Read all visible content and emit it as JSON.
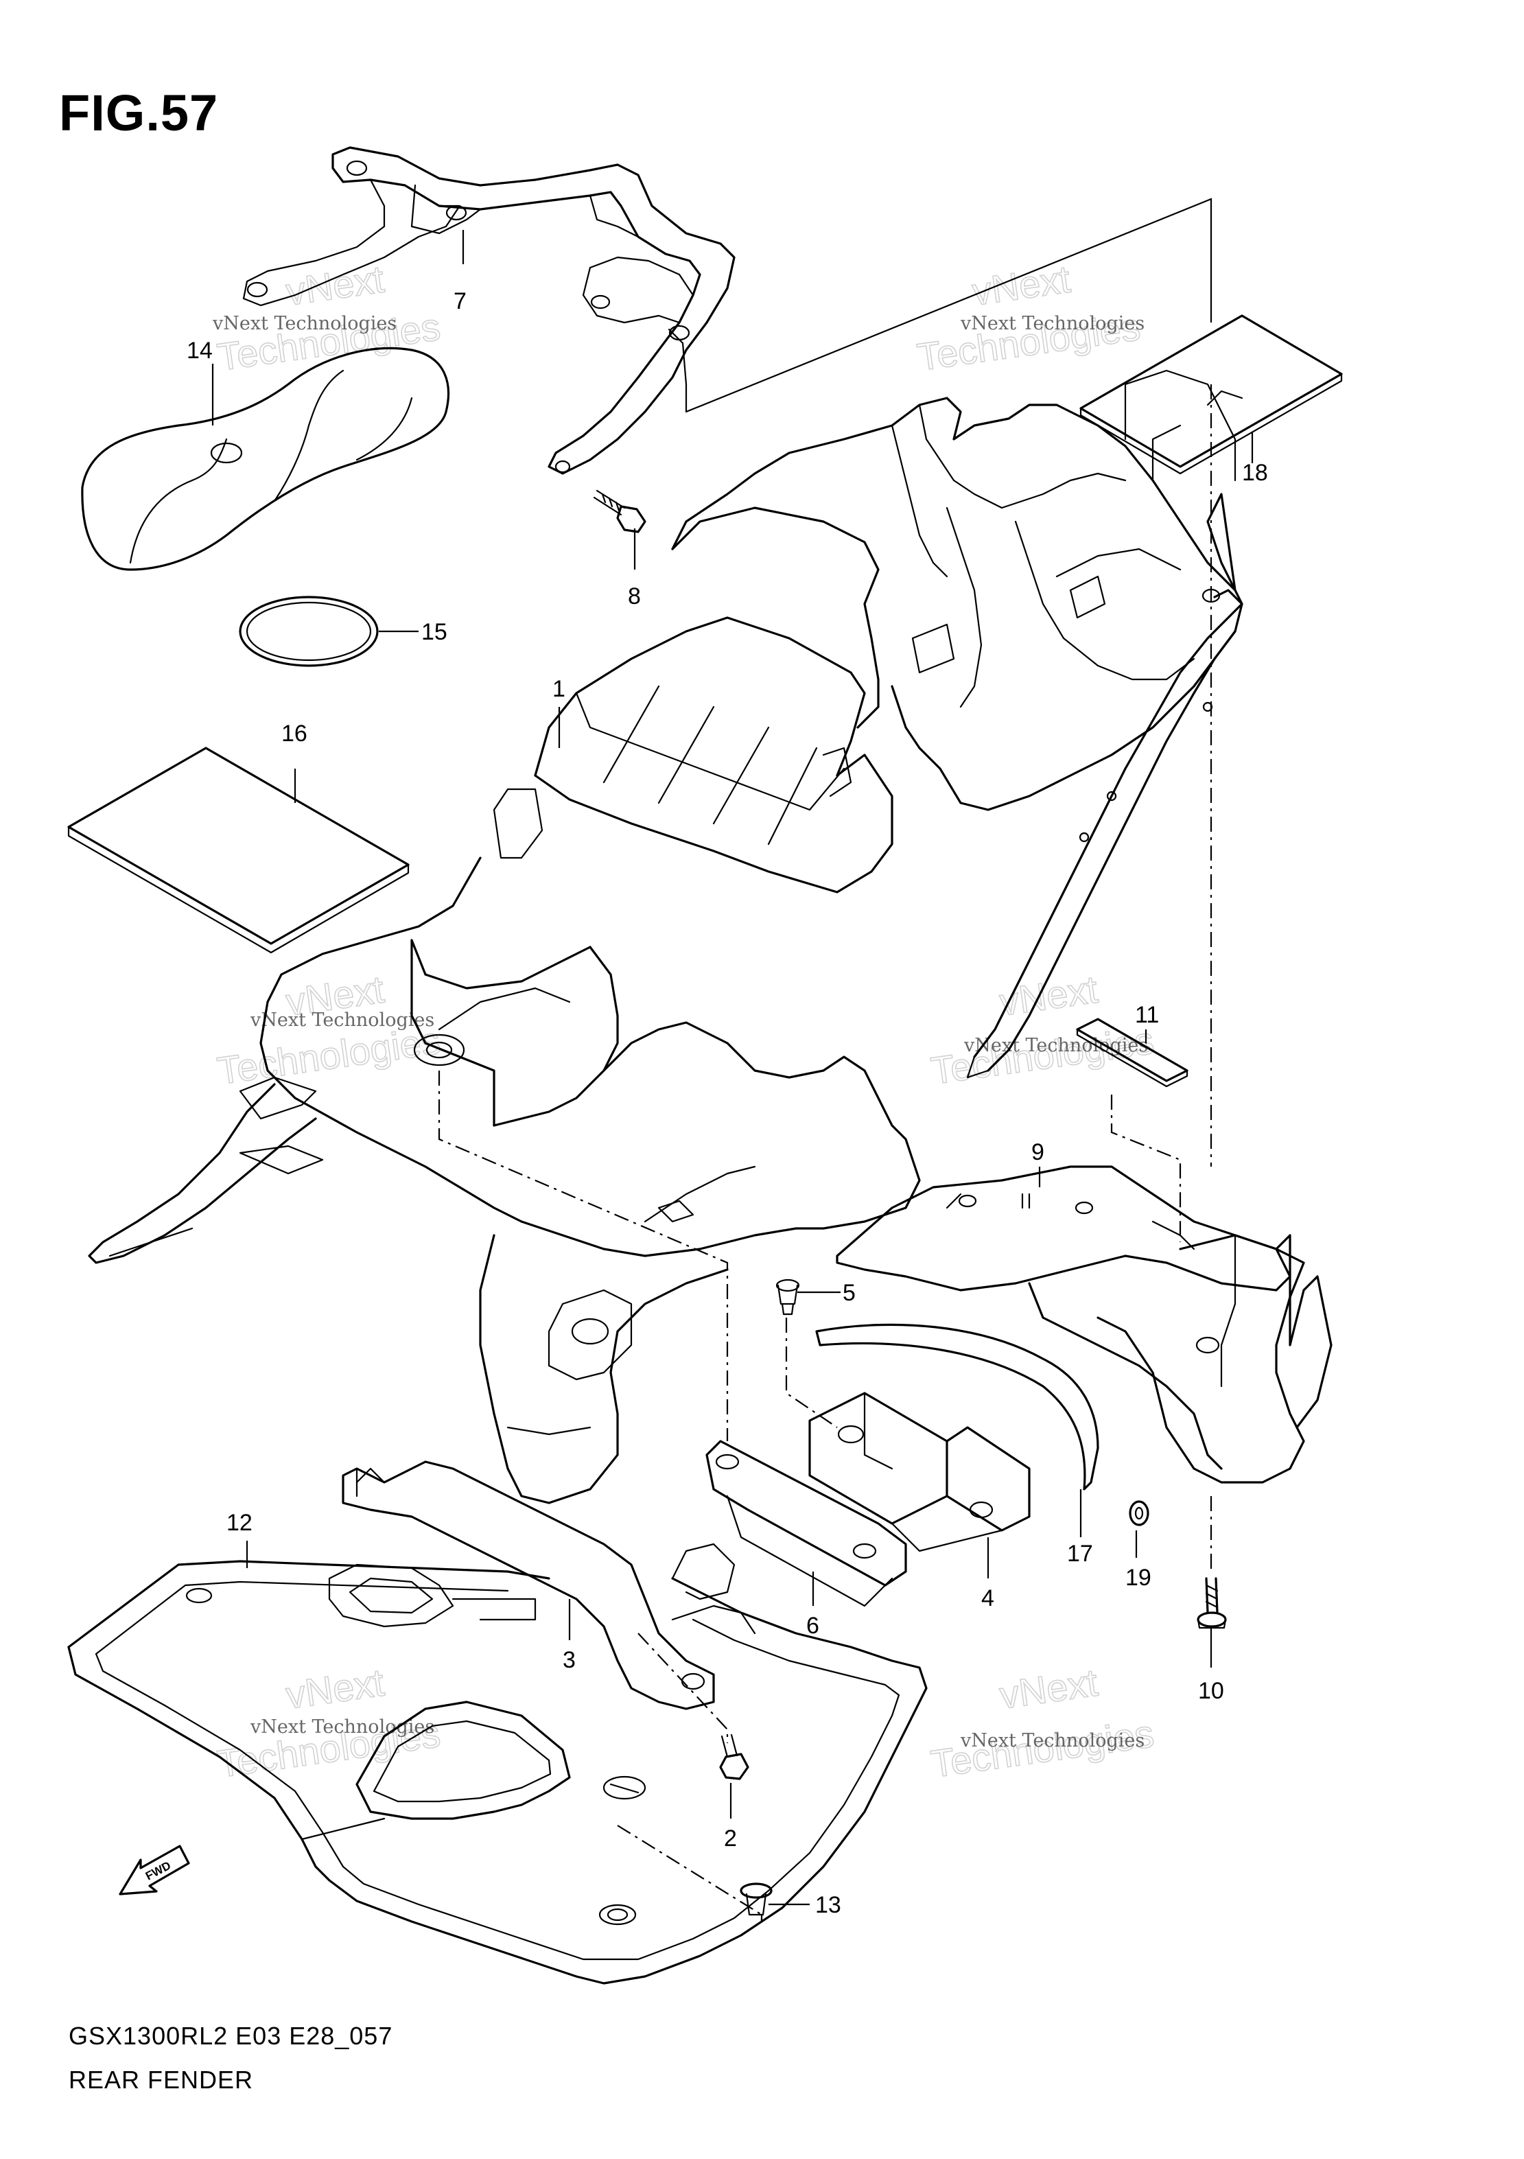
{
  "figure": {
    "title": "FIG.57",
    "model_code": "GSX1300RL2 E03 E28_057",
    "section_name": "REAR FENDER"
  },
  "watermark": {
    "line1": "vNext Technologies",
    "line2": "vNext",
    "line3": "Technologies"
  },
  "fwd_label": "FWD",
  "callouts": [
    "1",
    "2",
    "3",
    "4",
    "5",
    "6",
    "7",
    "8",
    "9",
    "10",
    "11",
    "12",
    "13",
    "14",
    "15",
    "16",
    "17",
    "18",
    "19"
  ]
}
